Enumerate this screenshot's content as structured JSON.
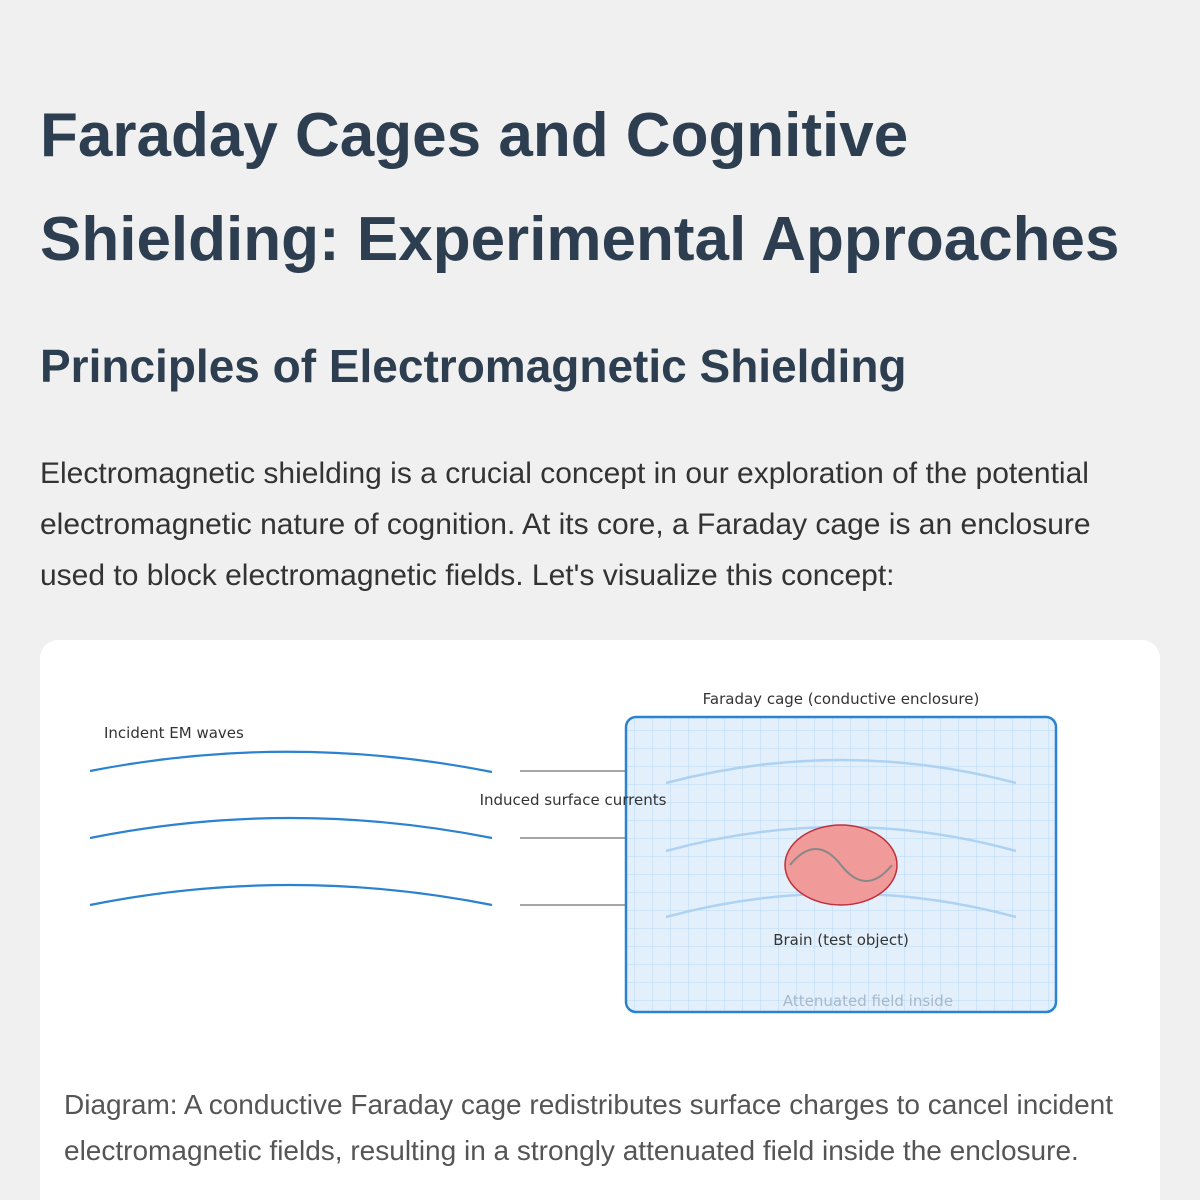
{
  "page": {
    "title": "Faraday Cages and Cognitive Shielding: Experimental Approaches",
    "section_heading": "Principles of Electromagnetic Shielding",
    "intro_paragraph": "Electromagnetic shielding is a crucial concept in our exploration of the potential electromagnetic nature of cognition. At its core, a Faraday cage is an enclosure used to block electromagnetic fields. Let's visualize this concept:"
  },
  "diagram": {
    "incident_label": "Incident EM waves",
    "cage_label": "Faraday cage (conductive enclosure)",
    "currents_label": "Induced surface currents",
    "brain_label": "Brain (test object)",
    "attenuated_label": "Attenuated field inside",
    "caption": "Diagram: A conductive Faraday cage redistributes surface charges to cancel incident electromagnetic fields, resulting in a strongly attenuated field inside the enclosure."
  },
  "colors": {
    "heading": "#2c3e50",
    "wave": "#2a82d0",
    "cage_border": "#2a82d0",
    "cage_fill": "#e3f0fc",
    "brain_fill": "#f09a9a",
    "brain_stroke": "#c0303a"
  }
}
